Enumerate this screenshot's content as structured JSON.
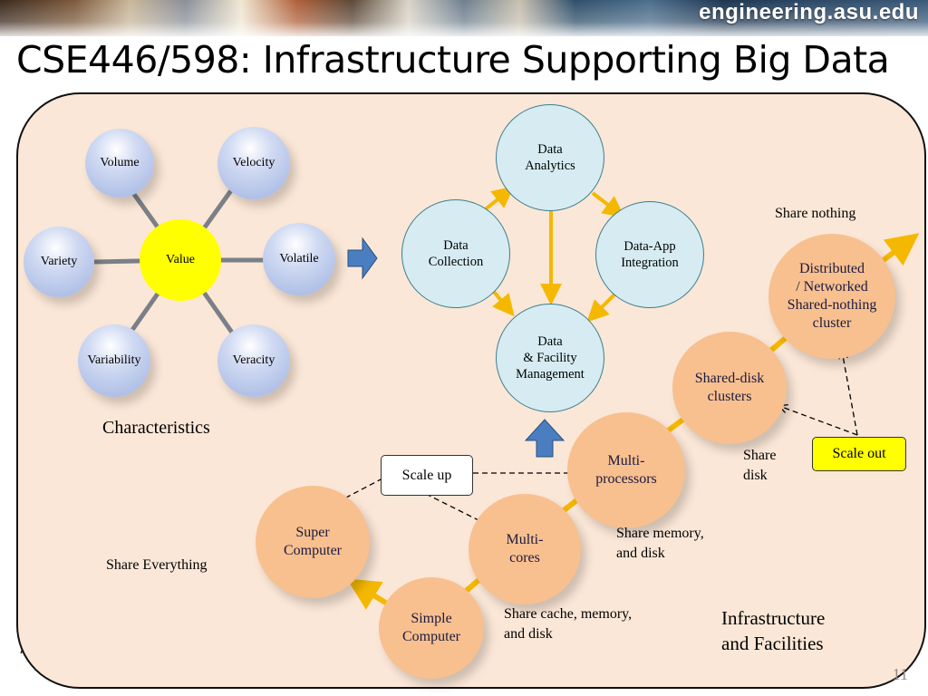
{
  "brand": "engineering.asu.edu",
  "title": "CSE446/598: Infrastructure Supporting Big Data",
  "characteristics": {
    "center": "Value",
    "volume": "Volume",
    "velocity": "Velocity",
    "variety": "Variety",
    "volatile": "Volatile",
    "variability": "Variability",
    "veracity": "Veracity",
    "caption": "Characteristics"
  },
  "cycle": {
    "analytics": [
      "Data",
      "Analytics"
    ],
    "collection": [
      "Data",
      "Collection"
    ],
    "integration": [
      "Data-App",
      "Integration"
    ],
    "management": [
      "Data",
      "& Facility",
      "Management"
    ]
  },
  "infrastructure": {
    "simple_computer": [
      "Simple",
      "Computer"
    ],
    "super_computer": [
      "Super",
      "Computer"
    ],
    "multi_cores": [
      "Multi-",
      "cores"
    ],
    "multi_processors": [
      "Multi-",
      "processors"
    ],
    "shared_disk": [
      "Shared-disk",
      "clusters"
    ],
    "distributed": [
      "Distributed",
      "/ Networked",
      "Shared-nothing",
      "cluster"
    ],
    "scale_up": "Scale up",
    "scale_out": "Scale out",
    "share_everything": "Share Everything",
    "share_cache": [
      "Share cache, memory,",
      "and disk"
    ],
    "share_memory": [
      "Share memory,",
      "and disk"
    ],
    "share_disk": [
      "Share",
      "disk"
    ],
    "share_nothing": "Share nothing",
    "caption": [
      "Infrastructure",
      "and Facilities"
    ]
  },
  "page_number": "11",
  "side_mark": "A R",
  "colors": {
    "value_node": "#ffff00",
    "scale_out_box": "#ffff00",
    "peach_node": "#f8c08f",
    "cycle_node": "#d6ecf2",
    "arrow_yellow": "#f5b800",
    "arrow_blue": "#4a7ec0",
    "panel_bg": "#fbe7d7"
  }
}
